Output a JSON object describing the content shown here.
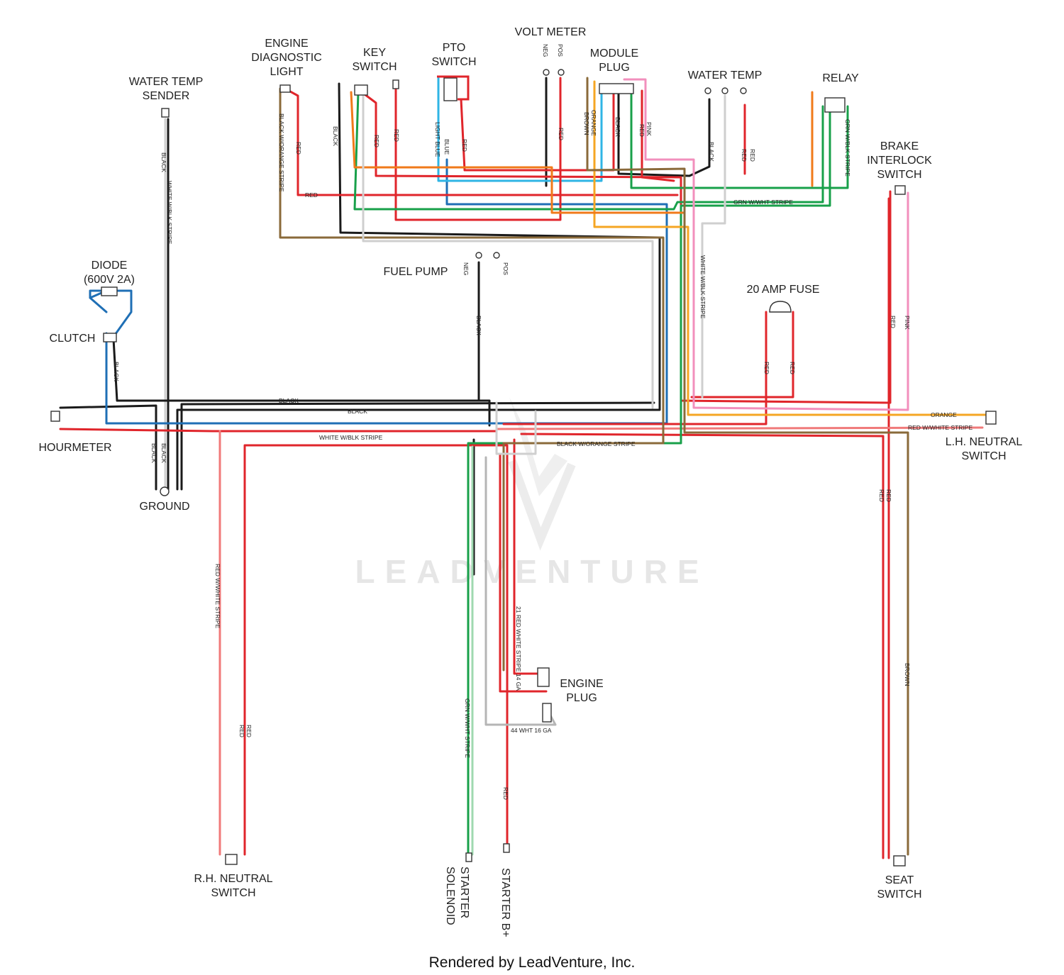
{
  "colors": {
    "red": "#e0252b",
    "black": "#1a1a1a",
    "blue": "#1f6fb5",
    "light_blue": "#2fb5e5",
    "green": "#18a04a",
    "orange": "#f5a623",
    "pink": "#f28fbc",
    "brown": "#8a6a3a",
    "white_stripe": "#d6d6d6"
  },
  "components": {
    "water_temp_sender": "WATER TEMP\nSENDER",
    "engine_diag_light": "ENGINE\nDIAGNOSTIC\nLIGHT",
    "key_switch": "KEY\nSWITCH",
    "pto_switch": "PTO\nSWITCH",
    "volt_meter": "VOLT METER",
    "module_plug": "MODULE\nPLUG",
    "water_temp": "WATER TEMP",
    "relay": "RELAY",
    "brake_interlock": "BRAKE\nINTERLOCK\nSWITCH",
    "diode": "DIODE\n(600V 2A)",
    "clutch": "CLUTCH",
    "fuel_pump": "FUEL PUMP",
    "fuse": "20 AMP FUSE",
    "hourmeter": "HOURMETER",
    "ground": "GROUND",
    "lh_neutral": "L.H. NEUTRAL\nSWITCH",
    "engine_plug": "ENGINE\nPLUG",
    "rh_neutral": "R.H. NEUTRAL\nSWITCH",
    "starter_solenoid": "STARTER\nSOLENOID",
    "starter_b": "STARTER B+",
    "seat_switch": "SEAT\nSWITCH"
  },
  "terminals": {
    "neg": "NEG",
    "pos": "POS"
  },
  "wire_labels": {
    "black": "BLACK",
    "red": "RED",
    "blue": "BLUE",
    "light_blue": "LIGHT BLUE",
    "orange": "ORANGE",
    "brown": "BROWN",
    "pink": "PINK",
    "white_blk": "WHITE W/BLK STRIPE",
    "black_orange": "BLACK W/ORANGE STRIPE",
    "grn_wht": "GRN W/WHT STRIPE",
    "grn_blk": "GRN W/BLK STRIPE",
    "red_wht": "RED W/WHITE STRIPE",
    "red_wht_v": "RED W/WHITE STRIPE",
    "red_wht_stripe": "21 RED WHITE STRIPE 14 GA",
    "wht_16": "44 WHT 16 GA"
  },
  "watermark": "LEADVENTURE",
  "footer": "Rendered by LeadVenture, Inc."
}
